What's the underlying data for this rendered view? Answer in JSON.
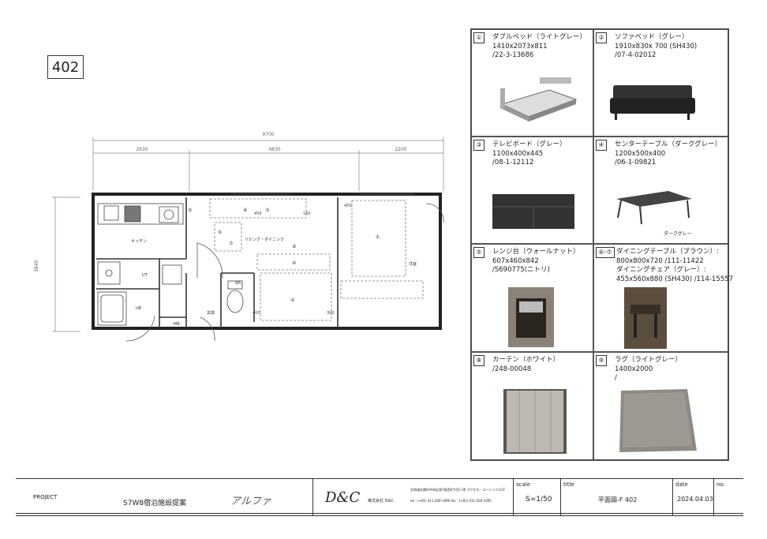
{
  "room_badge": "402",
  "plan": {
    "dim_total": "9700",
    "dim_seg1": "2630",
    "dim_seg2": "4830",
    "dim_seg3": "2200",
    "dim_height": "3840",
    "labels": {
      "kitchen": "キッチン",
      "living": "リビング・ダイニング",
      "bedroom": "洋室",
      "ut": "UT",
      "ub": "UB",
      "wc": "WC",
      "entrance": "玄関",
      "mb": "MB"
    },
    "small_dims": [
      "459",
      "150",
      "450",
      "400",
      "300"
    ],
    "markers": [
      "①",
      "②",
      "③",
      "④",
      "⑤",
      "⑥",
      "⑦",
      "⑧",
      "⑨"
    ]
  },
  "furniture": [
    {
      "num": "①",
      "name": "ダブルベッド（ライトグレー）",
      "size": "1410x2073x811",
      "code": "/22-3-13686"
    },
    {
      "num": "②",
      "name": "ソファベッド（グレー）",
      "size": "1910x830x 700 (SH430)",
      "code": "/07-4-02012"
    },
    {
      "num": "③",
      "name": "テレビボード（グレー）",
      "size": "1100x400x445",
      "code": "/08-1-12112"
    },
    {
      "num": "④",
      "name": "センターテーブル（ダークグレー）",
      "size": "1200x500x400",
      "code": "/06-1-09821",
      "caption": "ダークグレー"
    },
    {
      "num": "⑤",
      "name": "レンジ台（ウォールナット）",
      "size": "607x460x842",
      "code": "/S690775(ニトリ)"
    },
    {
      "num": "⑥-⑦",
      "name": "ダイニングテーブル（ブラウン）:",
      "size": "800x800x720 /111-11422",
      "code": "ダイニングチェア（グレー）:",
      "extra": "455x560x880 (SH430) /114-15557"
    },
    {
      "num": "⑧",
      "name": "カーテン（ホワイト）",
      "size": "/248-00048",
      "code": ""
    },
    {
      "num": "⑨",
      "name": "ラグ（ライトグレー）",
      "size": "1400x2000",
      "code": "/"
    }
  ],
  "title_block": {
    "project_label": "PROJECT",
    "project_name": "S7W8宿泊施設提案",
    "handwritten": "アルファ",
    "logo": "D&C",
    "company": "株式会社 D&C",
    "address": "北海道札幌市中央区南7条西8丁目1-36 アクセス・コートハウス1F",
    "tel": "tel : (+81) 011-200-1090   fax : (+81) 011-200-1095",
    "scale_label": "scale",
    "scale_value": "S=1/50",
    "title_label": "title",
    "title_value": "平面図-F 402",
    "date_label": "date",
    "date_value": "2024.04.03",
    "no_label": "no."
  }
}
